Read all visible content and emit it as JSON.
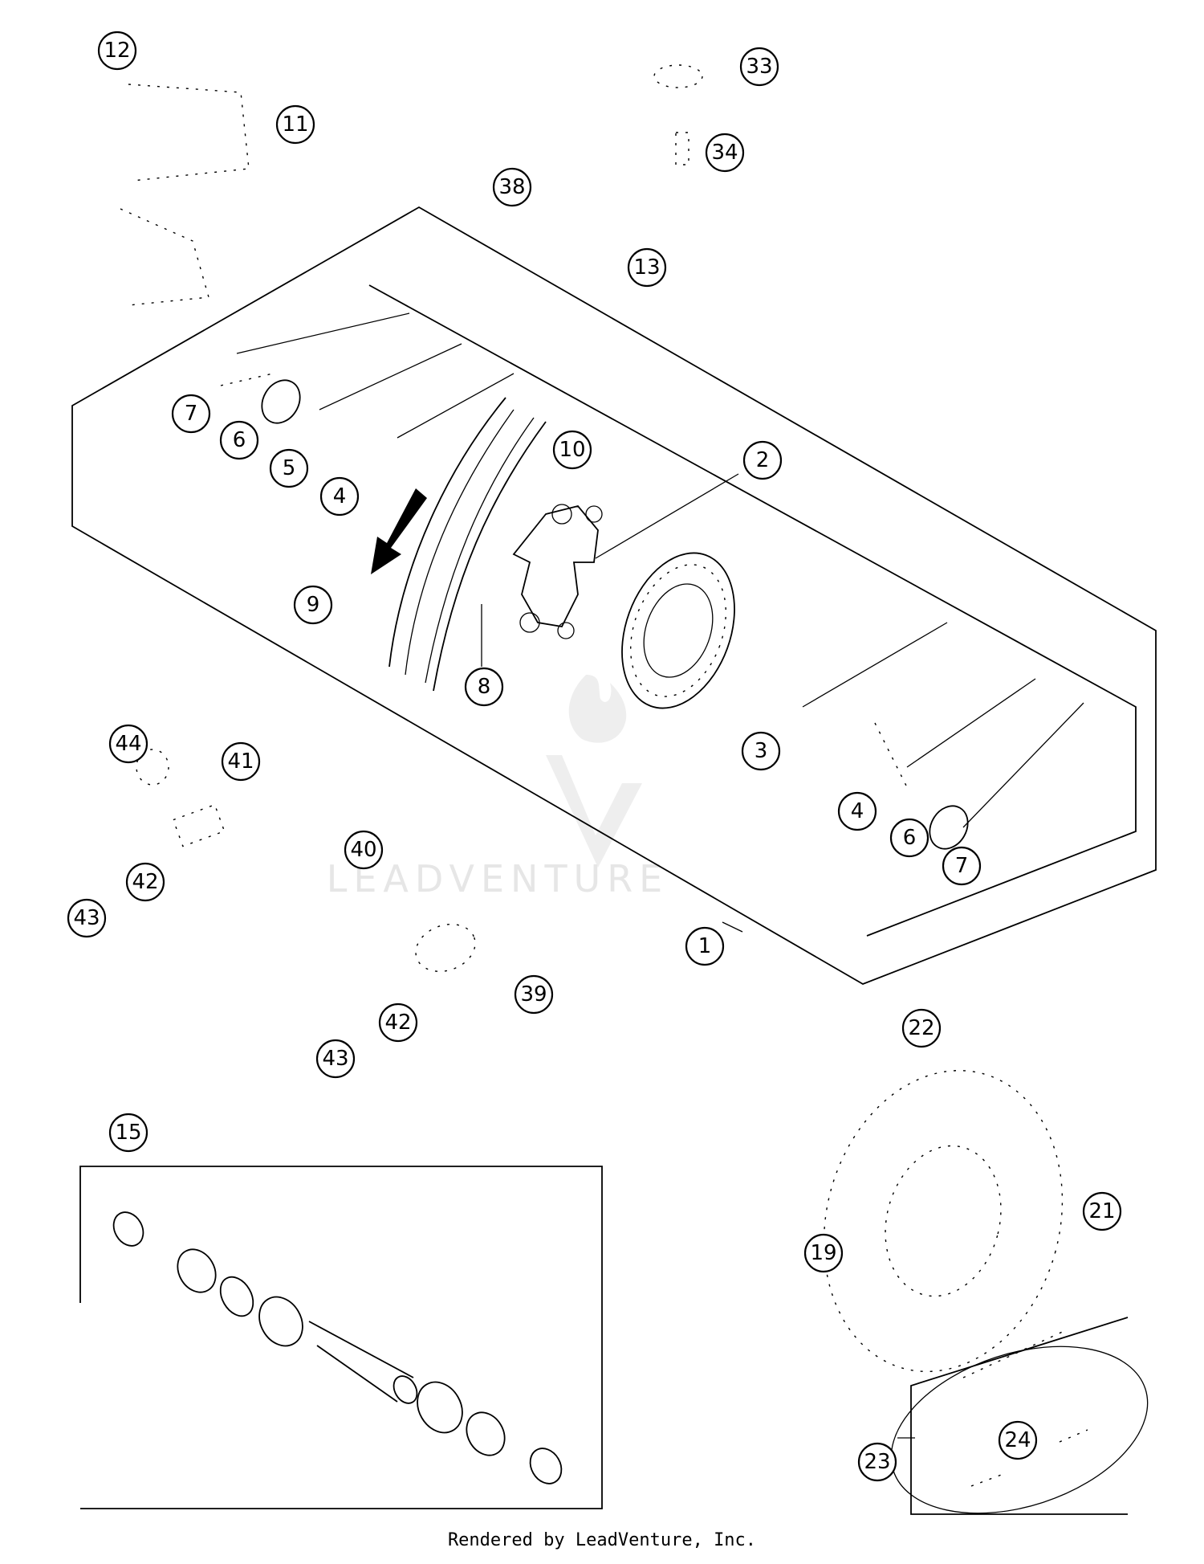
{
  "diagram": {
    "callouts": [
      {
        "id": "c12",
        "label": "12"
      },
      {
        "id": "c11",
        "label": "11"
      },
      {
        "id": "c33",
        "label": "33"
      },
      {
        "id": "c34",
        "label": "34"
      },
      {
        "id": "c38",
        "label": "38"
      },
      {
        "id": "c13",
        "label": "13"
      },
      {
        "id": "c7a",
        "label": "7"
      },
      {
        "id": "c6a",
        "label": "6"
      },
      {
        "id": "c5",
        "label": "5"
      },
      {
        "id": "c4a",
        "label": "4"
      },
      {
        "id": "c10",
        "label": "10"
      },
      {
        "id": "c2",
        "label": "2"
      },
      {
        "id": "c9",
        "label": "9"
      },
      {
        "id": "c8",
        "label": "8"
      },
      {
        "id": "c3",
        "label": "3"
      },
      {
        "id": "c4b",
        "label": "4"
      },
      {
        "id": "c6b",
        "label": "6"
      },
      {
        "id": "c7b",
        "label": "7"
      },
      {
        "id": "c1",
        "label": "1"
      },
      {
        "id": "c44",
        "label": "44"
      },
      {
        "id": "c41",
        "label": "41"
      },
      {
        "id": "c40",
        "label": "40"
      },
      {
        "id": "c42a",
        "label": "42"
      },
      {
        "id": "c43a",
        "label": "43"
      },
      {
        "id": "c39",
        "label": "39"
      },
      {
        "id": "c42b",
        "label": "42"
      },
      {
        "id": "c43b",
        "label": "43"
      },
      {
        "id": "c22",
        "label": "22"
      },
      {
        "id": "c21",
        "label": "21"
      },
      {
        "id": "c19",
        "label": "19"
      },
      {
        "id": "c15",
        "label": "15"
      },
      {
        "id": "c24",
        "label": "24"
      },
      {
        "id": "c23",
        "label": "23"
      }
    ]
  },
  "watermark": {
    "text": "LEADVENTURE"
  },
  "footer": {
    "text": "Rendered by LeadVenture, Inc."
  }
}
